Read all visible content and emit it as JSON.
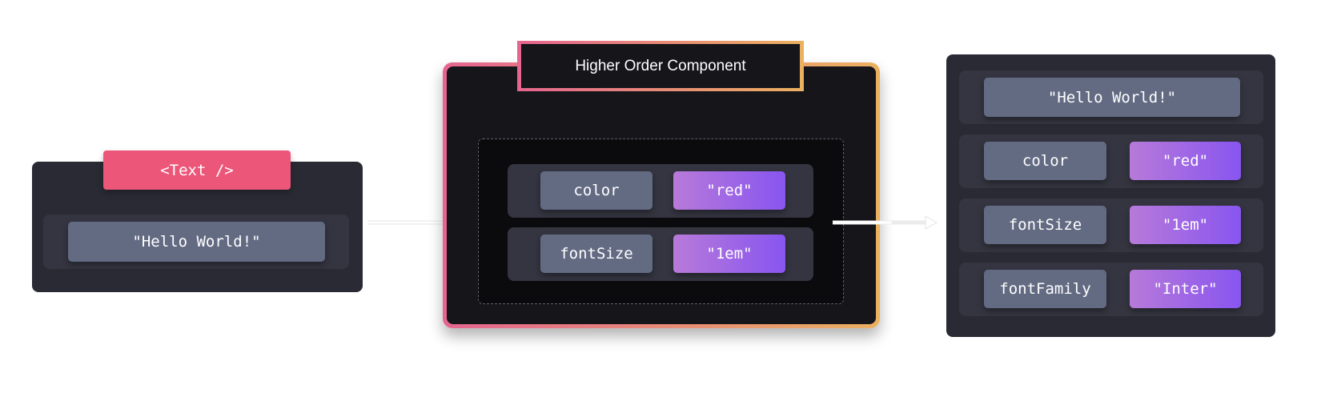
{
  "component": {
    "tag": "<Text />",
    "value": "\"Hello World!\""
  },
  "hoc": {
    "title": "Higher Order Component",
    "props": [
      {
        "key": "color",
        "value": "\"red\""
      },
      {
        "key": "fontSize",
        "value": "\"1em\""
      }
    ]
  },
  "result": {
    "value": "\"Hello World!\"",
    "props": [
      {
        "key": "color",
        "value": "\"red\""
      },
      {
        "key": "fontSize",
        "value": "\"1em\""
      },
      {
        "key": "fontFamily",
        "value": "\"Inter\""
      }
    ]
  },
  "colors": {
    "tag": "#ec5679",
    "card": "#292a33",
    "chip": "#636b83",
    "value_gradient": [
      "#b77ad9",
      "#8855f0"
    ],
    "hoc_border_gradient": [
      "#e5658f",
      "#ebb060"
    ]
  }
}
